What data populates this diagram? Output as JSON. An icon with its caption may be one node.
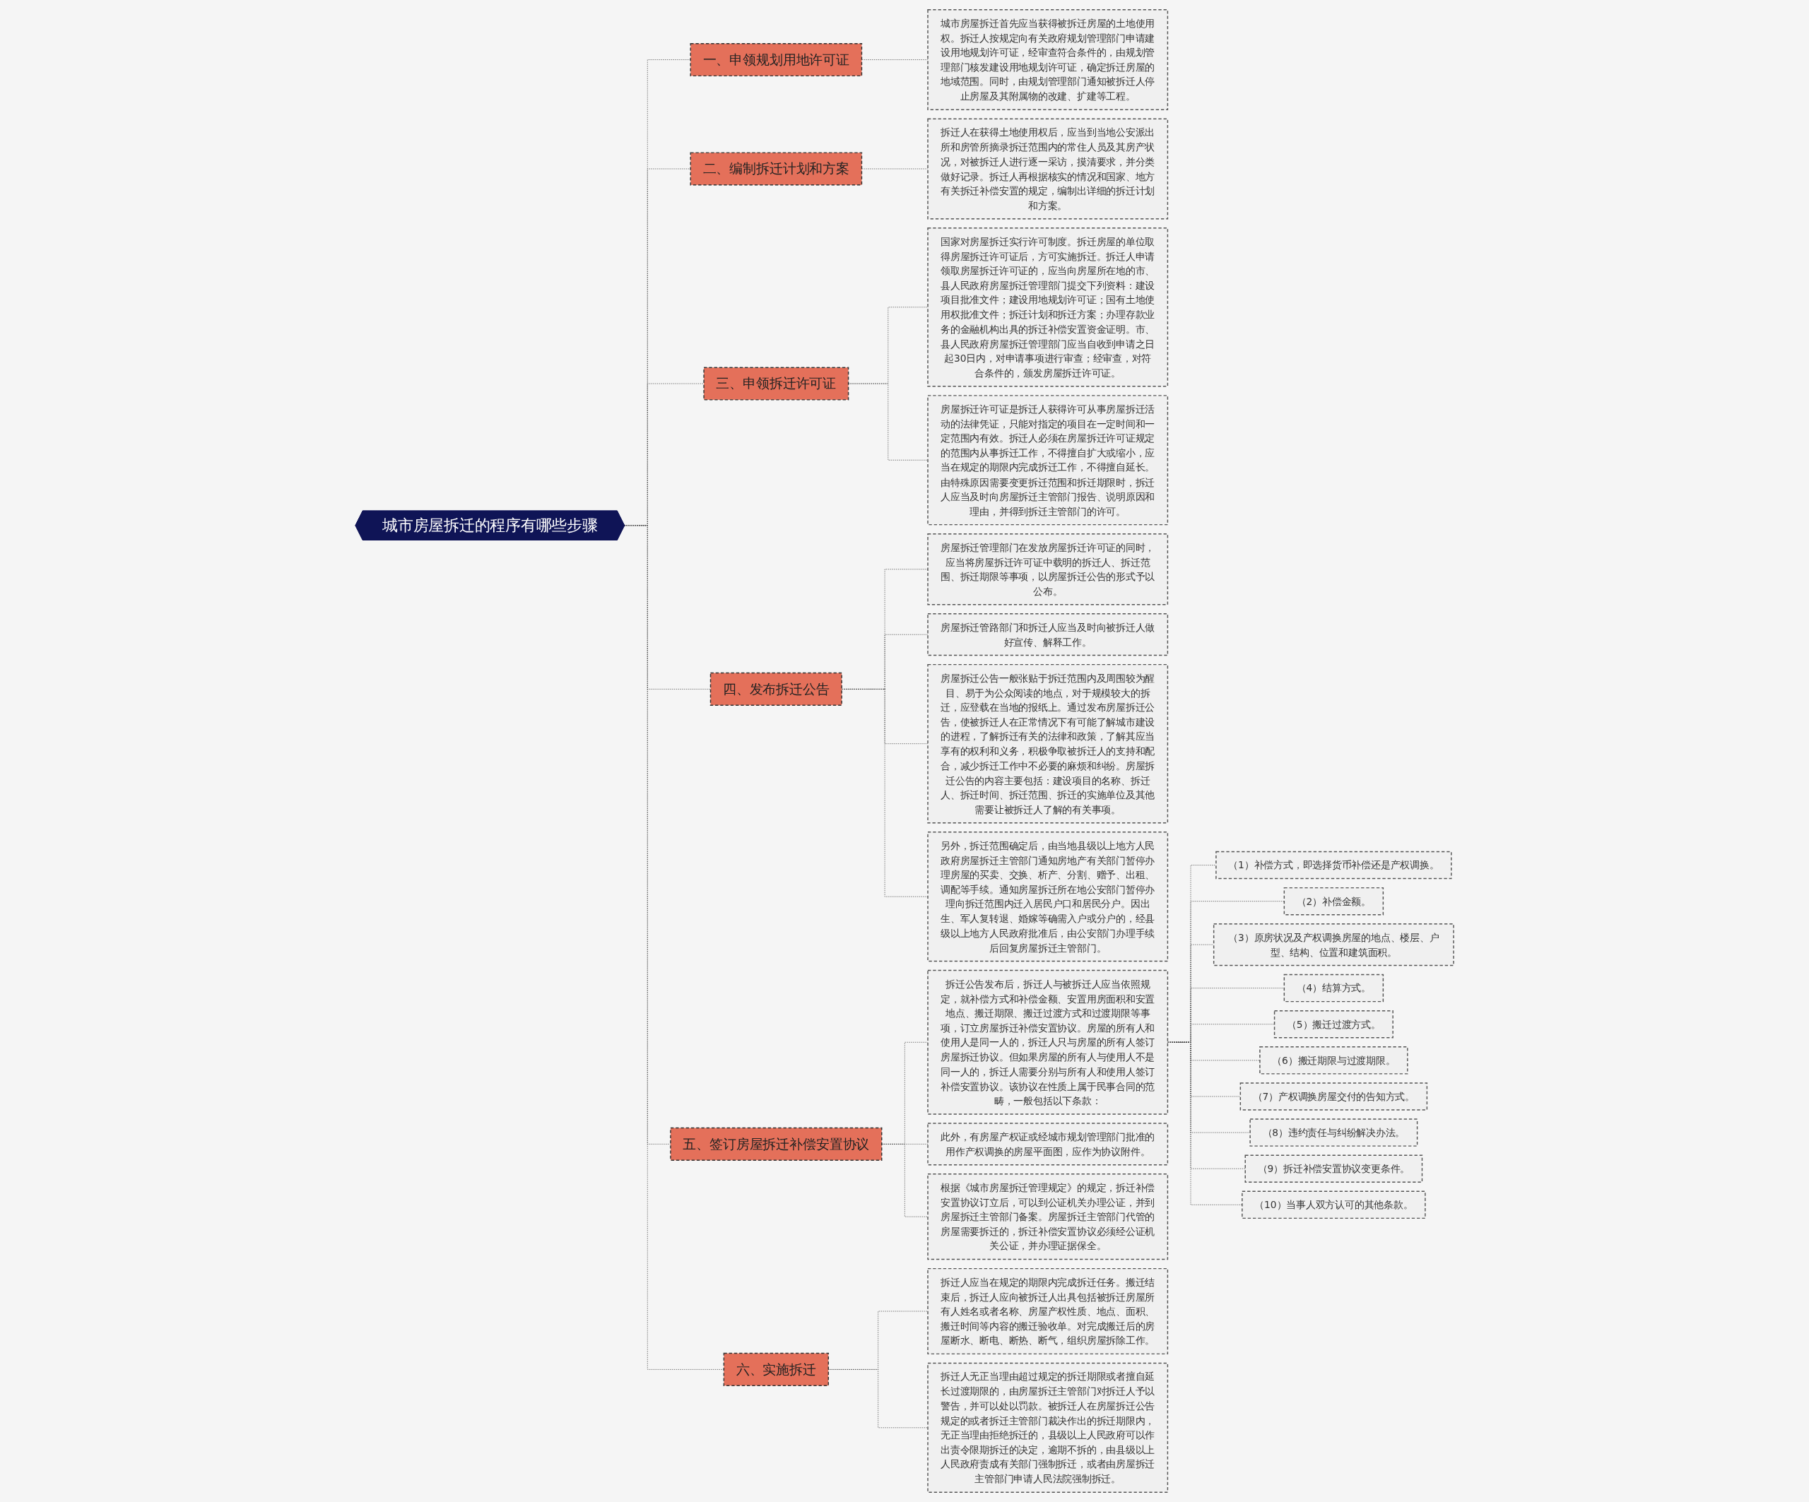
{
  "diagram": {
    "nodes": [
      {
        "text": [
          "城市房屋拆迁的程序有哪些步骤"
        ]
      },
      {
        "text": [
          "一、申领规划用地许可证"
        ]
      },
      {
        "text": [
          "城市房屋拆迁首先应当获得被拆迁房屋的土地使用权。拆迁人按规定向有关政府规划管理部门申请建设用地规划许可证，经审查符合条件的，由规划管理部门核发建设用地规划许可证，确定拆迁房屋的地域范围。同时，由规划管理部门通知被拆迁人停止房屋及其附属物的改建、扩建等工程。"
        ]
      },
      {
        "text": [
          "二、编制拆迁计划和方案"
        ]
      },
      {
        "text": [
          "拆迁人在获得土地使用权后，应当到当地公安派出所和房管所摘录拆迁范围内的常住人员及其房产状况，对被拆迁人进行逐一采访，摸清要求，并分类做好记录。拆迁人再根据核实的情况和国家、地方有关拆迁补偿安置的规定，编制出详细的拆迁计划和方案。"
        ]
      },
      {
        "text": [
          "三、申领拆迁许可证"
        ]
      },
      {
        "text": [
          "国家对房屋拆迁实行许可制度。拆迁房屋的单位取得房屋拆迁许可证后，方可实施拆迁。拆迁人申请领取房屋拆迁许可证的，应当向房屋所在地的市、县人民政府房屋拆迁管理部门提交下列资料：建设项目批准文件；建设用地规划许可证；国有土地使用权批准文件；拆迁计划和拆迁方案；办理存款业务的金融机构出具的拆迁补偿安置资金证明。市、县人民政府房屋拆迁管理部门应当自收到申请之日起30日内，对申请事项进行审查；经审查，对符合条件的，颁发房屋拆迁许可证。"
        ]
      },
      {
        "text": [
          "房屋拆迁许可证是拆迁人获得许可从事房屋拆迁活动的法律凭证，只能对指定的项目在一定时间和一定范围内有效。拆迁人必须在房屋拆迁许可证规定的范围内从事拆迁工作，不得擅自扩大或缩小，应当在规定的期限内完成拆迁工作，不得擅自延长。由特殊原因需要变更拆迁范围和拆迁期限时，拆迁人应当及时向房屋拆迁主管部门报告、说明原因和理由，并得到拆迁主管部门的许可。"
        ]
      },
      {
        "text": [
          "四、发布拆迁公告"
        ]
      },
      {
        "text": [
          "房屋拆迁管理部门在发放房屋拆迁许可证的同时，应当将房屋拆迁许可证中载明的拆迁人、拆迁范围、拆迁期限等事项，以房屋拆迁公告的形式予以公布。"
        ]
      },
      {
        "text": [
          "房屋拆迁管路部门和拆迁人应当及时向被拆迁人做好宣传、解释工作。"
        ]
      },
      {
        "text": [
          "房屋拆迁公告一般张贴于拆迁范围内及周围较为醒目、易于为公众阅读的地点，对于规模较大的拆迁，应登载在当地的报纸上。通过发布房屋拆迁公告，使被拆迁人在正常情况下有可能了解城市建设的进程，了解拆迁有关的法律和政策，了解其应当享有的权利和义务，积极争取被拆迁人的支持和配合，减少拆迁工作中不必要的麻烦和纠纷。房屋拆迁公告的内容主要包括：建设项目的名称、拆迁人、拆迁时间、拆迁范围、拆迁的实施单位及其他需要让被拆迁人了解的有关事项。"
        ]
      },
      {
        "text": [
          "另外，拆迁范围确定后，由当地县级以上地方人民政府房屋拆迁主管部门通知房地产有关部门暂停办理房屋的买卖、交换、析产、分割、赠予、出租、调配等手续。通知房屋拆迁所在地公安部门暂停办理向拆迁范围内迁入居民户口和居民分户。因出生、军人复转退、婚嫁等确需入户或分户的，经县级以上地方人民政府批准后，由公安部门办理手续后回复房屋拆迁主管部门。"
        ]
      },
      {
        "text": [
          "五、签订房屋拆迁补偿安置协议"
        ]
      },
      {
        "text": [
          "拆迁公告发布后，拆迁人与被拆迁人应当依照规定，就补偿方式和补偿金额、安置用房面积和安置地点、搬迁期限、搬迁过渡方式和过渡期限等事项，订立房屋拆迁补偿安置协议。房屋的所有人和使用人是同一人的，拆迁人只与房屋的所有人签订房屋拆迁协议。但如果房屋的所有人与使用人不是同一人的，拆迁人需要分别与所有人和使用人签订补偿安置协议。该协议在性质上属于民事合同的范畴，一般包括以下条款："
        ]
      },
      {
        "text": [
          "（1）补偿方式，即选择货币补偿还是产权调换。"
        ]
      },
      {
        "text": [
          "（2）补偿金额。"
        ]
      },
      {
        "text": [
          "（3）原房状况及产权调换房屋的地点、楼层、户型、结构、位置和建筑面积。"
        ]
      },
      {
        "text": [
          "（4）结算方式。"
        ]
      },
      {
        "text": [
          "（5）搬迁过渡方式。"
        ]
      },
      {
        "text": [
          "（6）搬迁期限与过渡期限。"
        ]
      },
      {
        "text": [
          "（7）产权调换房屋交付的告知方式。"
        ]
      },
      {
        "text": [
          "（8）违约责任与纠纷解决办法。"
        ]
      },
      {
        "text": [
          "（9）拆迁补偿安置协议变更条件。"
        ]
      },
      {
        "text": [
          "（10）当事人双方认可的其他条款。"
        ]
      },
      {
        "text": [
          "此外，有房屋产权证或经城市规划管理部门批准的用作产权调换的房屋平面图，应作为协议附件。"
        ]
      },
      {
        "text": [
          "根据《城市房屋拆迁管理规定》的规定，拆迁补偿安置协议订立后，可以到公证机关办理公证，并到房屋拆迁主管部门备案。房屋拆迁主管部门代管的房屋需要拆迁的，拆迁补偿安置协议必须经公证机关公证，并办理证据保全。"
        ]
      },
      {
        "text": [
          "六、实施拆迁"
        ]
      },
      {
        "text": [
          "拆迁人应当在规定的期限内完成拆迁任务。搬迁结束后，拆迁人应向被拆迁人出具包括被拆迁房屋所有人姓名或者名称、房屋产权性质、地点、面积、搬迁时间等内容的搬迁验收单。对完成搬迁后的房屋断水、断电、断热、断气，组织房屋拆除工作。"
        ]
      },
      {
        "text": [
          "拆迁人无正当理由超过规定的拆迁期限或者擅自延长过渡期限的，由房屋拆迁主管部门对拆迁人予以警告，并可以处以罚款。被拆迁人在房屋拆迁公告规定的或者拆迁主管部门裁决作出的拆迁期限内，无正当理由拒绝拆迁的，县级以上人民政府可以作出责令限期拆迁的决定，逾期不拆的，由县级以上人民政府责成有关部门强制拆迁，或者由房屋拆迁主管部门申请人民法院强制拆迁。"
        ]
      }
    ],
    "edges": [
      {
        "from": 0,
        "to": 1,
        "arrow": "none",
        "style": "dashed"
      },
      {
        "from": 1,
        "to": 2,
        "arrow": "none",
        "style": "dashed"
      },
      {
        "from": 0,
        "to": 3,
        "arrow": "none",
        "style": "dashed"
      },
      {
        "from": 3,
        "to": 4,
        "arrow": "none",
        "style": "dashed"
      },
      {
        "from": 0,
        "to": 5,
        "arrow": "none",
        "style": "dashed"
      },
      {
        "from": 5,
        "to": 6,
        "arrow": "none",
        "style": "dashed"
      },
      {
        "from": 5,
        "to": 7,
        "arrow": "none",
        "style": "dashed"
      },
      {
        "from": 0,
        "to": 8,
        "arrow": "none",
        "style": "dashed"
      },
      {
        "from": 8,
        "to": 9,
        "arrow": "none",
        "style": "dashed"
      },
      {
        "from": 8,
        "to": 10,
        "arrow": "none",
        "style": "dashed"
      },
      {
        "from": 8,
        "to": 11,
        "arrow": "none",
        "style": "dashed"
      },
      {
        "from": 8,
        "to": 12,
        "arrow": "none",
        "style": "dashed"
      },
      {
        "from": 0,
        "to": 13,
        "arrow": "none",
        "style": "dashed"
      },
      {
        "from": 13,
        "to": 14,
        "arrow": "none",
        "style": "dashed"
      },
      {
        "from": 14,
        "to": 15,
        "arrow": "none",
        "style": "dashed"
      },
      {
        "from": 14,
        "to": 16,
        "arrow": "none",
        "style": "dashed"
      },
      {
        "from": 14,
        "to": 17,
        "arrow": "none",
        "style": "dashed"
      },
      {
        "from": 14,
        "to": 18,
        "arrow": "none",
        "style": "dashed"
      },
      {
        "from": 14,
        "to": 19,
        "arrow": "none",
        "style": "dashed"
      },
      {
        "from": 14,
        "to": 20,
        "arrow": "none",
        "style": "dashed"
      },
      {
        "from": 14,
        "to": 21,
        "arrow": "none",
        "style": "dashed"
      },
      {
        "from": 14,
        "to": 22,
        "arrow": "none",
        "style": "dashed"
      },
      {
        "from": 14,
        "to": 23,
        "arrow": "none",
        "style": "dashed"
      },
      {
        "from": 14,
        "to": 24,
        "arrow": "none",
        "style": "dashed"
      },
      {
        "from": 13,
        "to": 25,
        "arrow": "none",
        "style": "dashed"
      },
      {
        "from": 13,
        "to": 26,
        "arrow": "none",
        "style": "dashed"
      },
      {
        "from": 0,
        "to": 27,
        "arrow": "none",
        "style": "dashed"
      },
      {
        "from": 27,
        "to": 28,
        "arrow": "none",
        "style": "dashed"
      },
      {
        "from": 27,
        "to": 29,
        "arrow": "none",
        "style": "dashed"
      }
    ]
  }
}
